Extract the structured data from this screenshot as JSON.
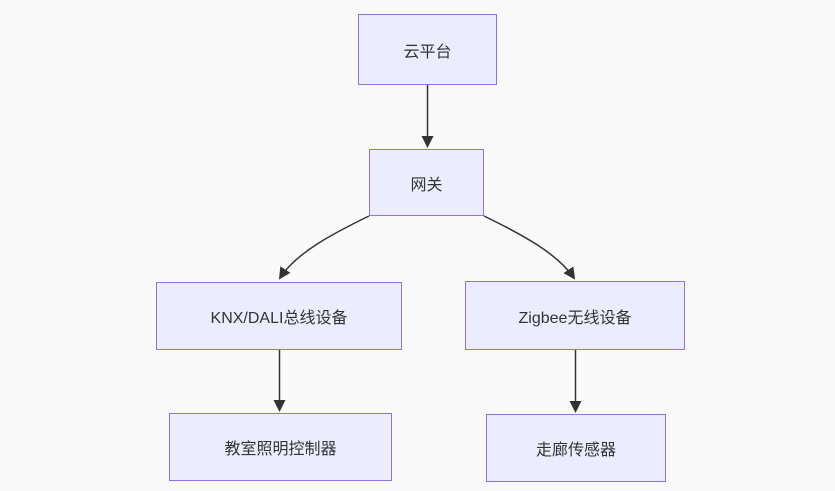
{
  "diagram": {
    "type": "flowchart",
    "direction": "top-down",
    "colors": {
      "background": "#f9f9f9",
      "node_fill": "#ECECFF",
      "node_border": "#9370DB",
      "edge_color": "#333333",
      "text_color": "#333333"
    },
    "nodes": [
      {
        "id": "cloud",
        "label": "云平台"
      },
      {
        "id": "gateway",
        "label": "网关"
      },
      {
        "id": "knx",
        "label": "KNX/DALI总线设备"
      },
      {
        "id": "zigbee",
        "label": "Zigbee无线设备"
      },
      {
        "id": "classroom",
        "label": "教室照明控制器"
      },
      {
        "id": "corridor",
        "label": "走廊传感器"
      }
    ],
    "edges": [
      {
        "from": "cloud",
        "to": "gateway",
        "arrow": true
      },
      {
        "from": "gateway",
        "to": "knx",
        "arrow": true
      },
      {
        "from": "gateway",
        "to": "zigbee",
        "arrow": true
      },
      {
        "from": "knx",
        "to": "classroom",
        "arrow": true
      },
      {
        "from": "zigbee",
        "to": "corridor",
        "arrow": true
      }
    ]
  }
}
